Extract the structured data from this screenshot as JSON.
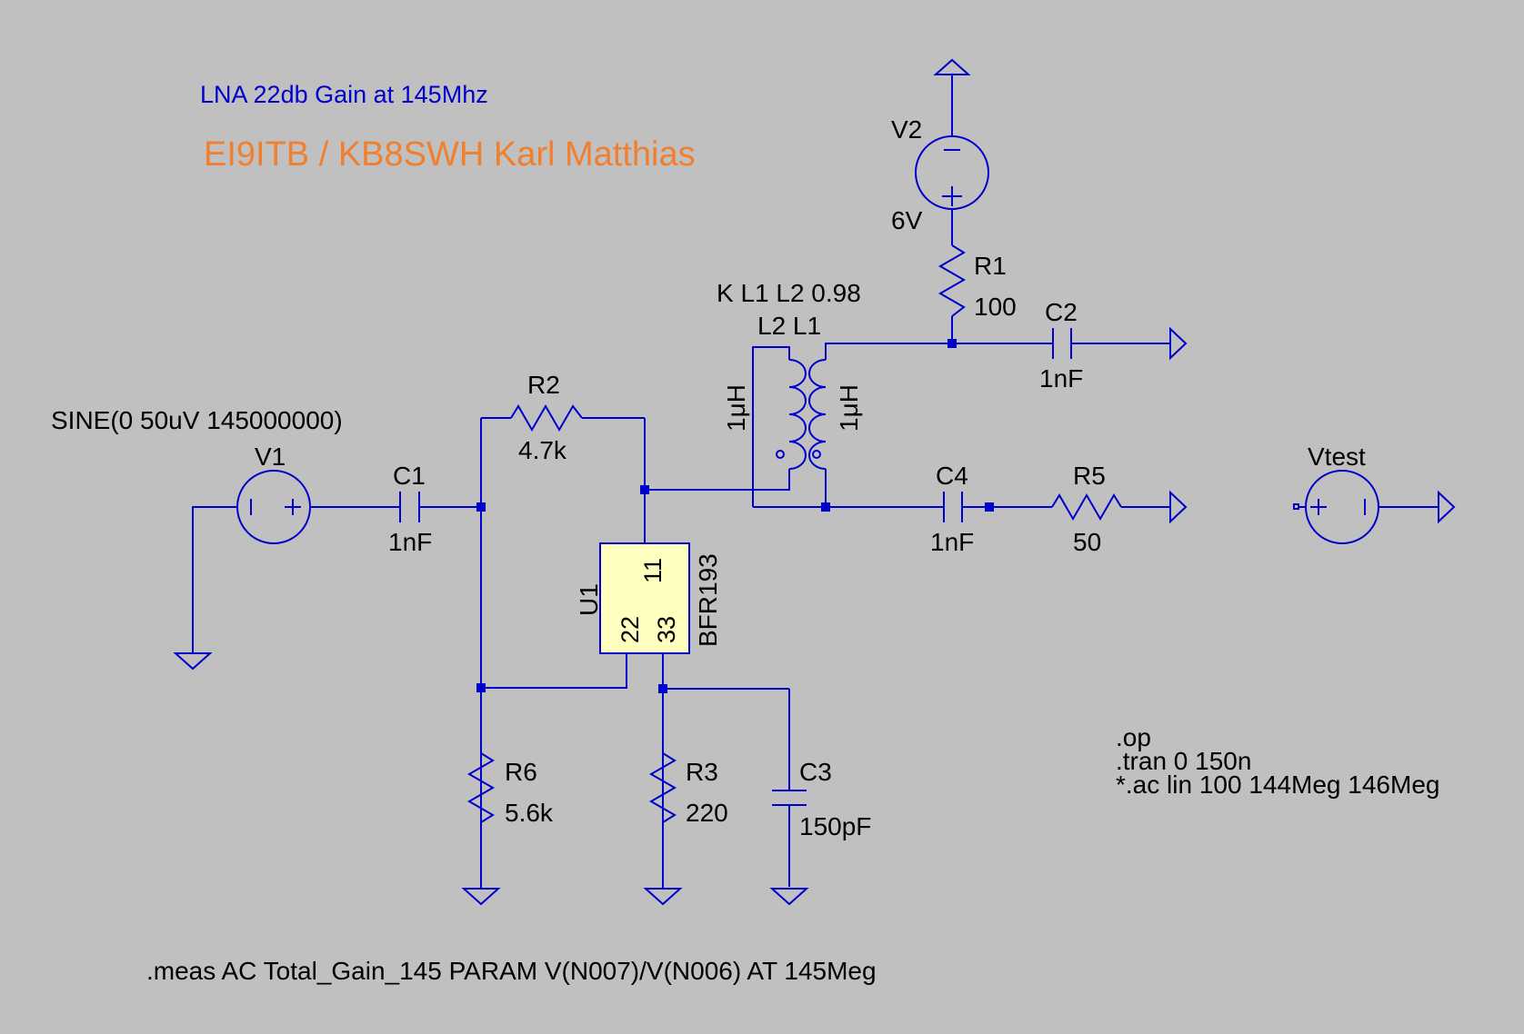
{
  "colors": {
    "background": "#c0c0c0",
    "wire": "#0000cc",
    "title": "#0000cc",
    "author": "#f08030",
    "ic_fill": "#ffffc0",
    "text": "#000000"
  },
  "header": {
    "title": "LNA 22db Gain at 145Mhz",
    "author": "EI9ITB / KB8SWH Karl Matthias"
  },
  "components": {
    "V1": {
      "name": "V1",
      "value": "SINE(0 50uV 145000000)"
    },
    "V2": {
      "name": "V2",
      "value": "6V"
    },
    "Vtest": {
      "name": "Vtest"
    },
    "C1": {
      "name": "C1",
      "value": "1nF"
    },
    "C2": {
      "name": "C2",
      "value": "1nF"
    },
    "C3": {
      "name": "C3",
      "value": "150pF"
    },
    "C4": {
      "name": "C4",
      "value": "1nF"
    },
    "R1": {
      "name": "R1",
      "value": "100"
    },
    "R2": {
      "name": "R2",
      "value": "4.7k"
    },
    "R3": {
      "name": "R3",
      "value": "220"
    },
    "R5": {
      "name": "R5",
      "value": "50"
    },
    "R6": {
      "name": "R6",
      "value": "5.6k"
    },
    "L1": {
      "value": "1μH"
    },
    "L2": {
      "value": "1μH"
    },
    "coupling": {
      "directive": "K L1 L2 0.98",
      "names": "L2 L1"
    },
    "U1": {
      "name": "U1",
      "part": "BFR193",
      "pin1": "11",
      "pin2": "22",
      "pin3": "33"
    }
  },
  "directives": {
    "op": ".op",
    "tran": ".tran 0 150n",
    "ac": "*.ac lin 100 144Meg 146Meg",
    "meas": ".meas AC Total_Gain_145 PARAM V(N007)/V(N006) AT 145Meg"
  }
}
